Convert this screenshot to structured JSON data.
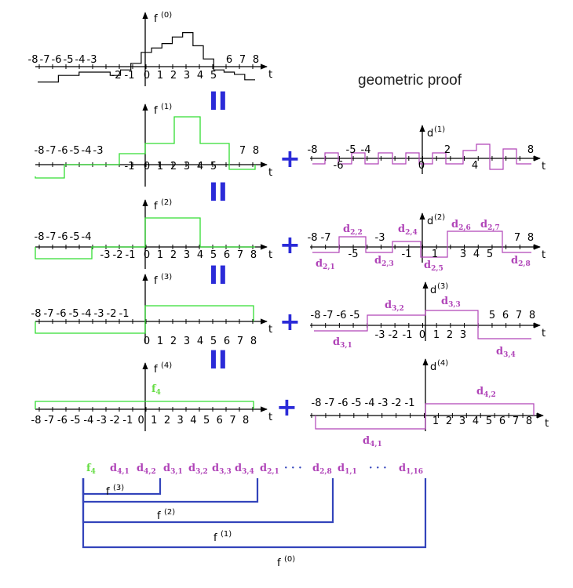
{
  "title": "geometric proof",
  "colors": {
    "f0": "#000000",
    "f": "#33dd33",
    "d": "#b044b8",
    "bracket": "#3344bb",
    "op": "#2b2bd8",
    "sequence_f": "#66dd44"
  },
  "equals_symbol": "II",
  "plus_symbol": "+",
  "axis_t": "t",
  "panels": {
    "f0": {
      "name": "f",
      "sup": "(0)",
      "values": [
        -1.4,
        -1.4,
        -0.8,
        -0.8,
        -0.5,
        -0.5,
        -0.5,
        -0.8,
        -0.3,
        0.3,
        1.3,
        1.7,
        2.1,
        2.7,
        3.1,
        1.9,
        0.7,
        -0.3,
        -0.5,
        -0.7,
        -1.2
      ],
      "ticks_neg": [
        "-8",
        "-7",
        "-6",
        "-5",
        "-4",
        "-3"
      ],
      "ticks_neg2": [
        "-2",
        "-1"
      ],
      "ticks_pos": [
        "0",
        "1",
        "2",
        "3",
        "4",
        "5"
      ],
      "ticks_pos2": [
        "6",
        "7",
        "8"
      ]
    },
    "f1": {
      "name": "f",
      "sup": "(1)",
      "ticks_neg": [
        "-8",
        "-7",
        "-6",
        "-5",
        "-4",
        "-3"
      ],
      "ticks_neg2": [
        "-1"
      ],
      "ticks_pos": [
        "0",
        "1",
        "2",
        "3",
        "4",
        "5"
      ],
      "ticks_pos2": [
        "7",
        "8"
      ]
    },
    "d1": {
      "name": "d",
      "sup": "(1)",
      "ticks_top": [
        "-8",
        "-5",
        "-4",
        "2",
        "8"
      ],
      "ticks_bottom": [
        "-6",
        "0",
        "4"
      ]
    },
    "f2": {
      "name": "f",
      "sup": "(2)",
      "ticks_neg": [
        "-8",
        "-7",
        "-6",
        "-5",
        "-4"
      ],
      "ticks_neg2": [
        "-3",
        "-2",
        "-1"
      ],
      "ticks_pos": [
        "0",
        "1",
        "2",
        "3",
        "4",
        "5",
        "6",
        "7",
        "8"
      ]
    },
    "d2": {
      "name": "d",
      "sup": "(2)",
      "ticks_top": [
        "-8",
        "-7",
        "-3",
        "7",
        "8"
      ],
      "ticks_bottom": [
        "-5",
        "-1",
        "1",
        "3",
        "4",
        "5"
      ],
      "coef_labels": [
        {
          "b": "d",
          "s": "2,1"
        },
        {
          "b": "d",
          "s": "2,2"
        },
        {
          "b": "d",
          "s": "2,3"
        },
        {
          "b": "d",
          "s": "2,4"
        },
        {
          "b": "d",
          "s": "2,5"
        },
        {
          "b": "d",
          "s": "2,6"
        },
        {
          "b": "d",
          "s": "2,7"
        },
        {
          "b": "d",
          "s": "2,8"
        }
      ]
    },
    "f3": {
      "name": "f",
      "sup": "(3)",
      "ticks_neg": [
        "-8",
        "-7",
        "-6",
        "-5",
        "-4",
        "-3",
        "-2",
        "-1"
      ],
      "ticks_pos": [
        "0",
        "1",
        "2",
        "3",
        "4",
        "5",
        "6",
        "7",
        "8"
      ]
    },
    "d3": {
      "name": "d",
      "sup": "(3)",
      "ticks_top": [
        "-8",
        "-7",
        "-6",
        "-5",
        "5",
        "6",
        "7",
        "8"
      ],
      "ticks_bottom": [
        "-3",
        "-2",
        "-1",
        "0",
        "1",
        "2",
        "3"
      ],
      "coef_labels": [
        {
          "b": "d",
          "s": "3,1"
        },
        {
          "b": "d",
          "s": "3,2"
        },
        {
          "b": "d",
          "s": "3,3"
        },
        {
          "b": "d",
          "s": "3,4"
        }
      ]
    },
    "f4": {
      "name": "f",
      "sup": "(4)",
      "inner_label": {
        "b": "f",
        "s": "4"
      },
      "ticks": [
        "-8",
        "-7",
        "-6",
        "-5",
        "-4",
        "-3",
        "-2",
        "-1",
        "0",
        "1",
        "2",
        "3",
        "4",
        "5",
        "6",
        "7",
        "8"
      ]
    },
    "d4": {
      "name": "d",
      "sup": "(4)",
      "ticks_top": [
        "-8",
        "-7",
        "-6",
        "-5",
        "-4",
        "-3",
        "-2",
        "-1"
      ],
      "ticks_bottom": [
        "1",
        "2",
        "3",
        "4",
        "5",
        "6",
        "7",
        "8"
      ],
      "coef_labels": [
        {
          "b": "d",
          "s": "4,1"
        },
        {
          "b": "d",
          "s": "4,2"
        }
      ]
    }
  },
  "sequence": {
    "items": [
      {
        "b": "f",
        "s": "4",
        "kind": "f"
      },
      {
        "b": "d",
        "s": "4,1",
        "kind": "d"
      },
      {
        "b": "d",
        "s": "4,2",
        "kind": "d"
      },
      {
        "b": "d",
        "s": "3,1",
        "kind": "d"
      },
      {
        "b": "d",
        "s": "3,2",
        "kind": "d"
      },
      {
        "b": "d",
        "s": "3,3",
        "kind": "d"
      },
      {
        "b": "d",
        "s": "3,4",
        "kind": "d"
      },
      {
        "b": "d",
        "s": "2,1",
        "kind": "d"
      },
      {
        "b": "· · ·",
        "s": "",
        "kind": "dots"
      },
      {
        "b": "d",
        "s": "2,8",
        "kind": "d"
      },
      {
        "b": "d",
        "s": "1,1",
        "kind": "d"
      },
      {
        "b": "· · ·",
        "s": "",
        "kind": "dots"
      },
      {
        "b": "d",
        "s": "1,16",
        "kind": "d"
      }
    ],
    "brackets": [
      {
        "name": "f",
        "sup": "(3)"
      },
      {
        "name": "f",
        "sup": "(2)"
      },
      {
        "name": "f",
        "sup": "(1)"
      },
      {
        "name": "f",
        "sup": "(0)"
      }
    ]
  }
}
